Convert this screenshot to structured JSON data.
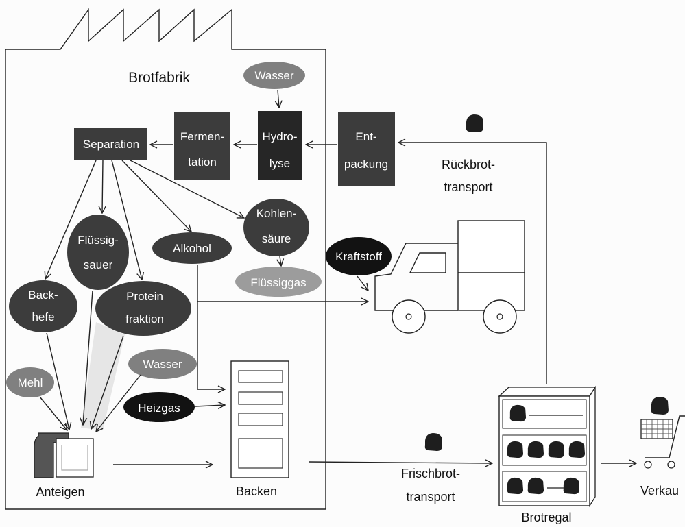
{
  "factory": {
    "label": "Brotfabrik"
  },
  "nodes": {
    "wasser_top": {
      "lines": [
        "Wasser"
      ]
    },
    "hydrolyse": {
      "lines": [
        "Hydro-",
        "lyse"
      ]
    },
    "fermentation": {
      "lines": [
        "Fermen-",
        "tation"
      ]
    },
    "separation": {
      "lines": [
        "Separation"
      ]
    },
    "entpackung": {
      "lines": [
        "Ent-",
        "packung"
      ]
    },
    "backhefe": {
      "lines": [
        "Back-",
        "hefe"
      ]
    },
    "fluessigsauer": {
      "lines": [
        "Flüssig-",
        "sauer"
      ]
    },
    "proteinfraktion": {
      "lines": [
        "Protein",
        "fraktion"
      ]
    },
    "alkohol": {
      "lines": [
        "Alkohol"
      ]
    },
    "kohlensaeure": {
      "lines": [
        "Kohlen-",
        "säure"
      ]
    },
    "fluessiggas": {
      "lines": [
        "Flüssiggas"
      ]
    },
    "kraftstoff": {
      "lines": [
        "Kraftstoff"
      ]
    },
    "wasser_bottom": {
      "lines": [
        "Wasser"
      ]
    },
    "mehl": {
      "lines": [
        "Mehl"
      ]
    },
    "heizgas": {
      "lines": [
        "Heizgas"
      ]
    }
  },
  "labels": {
    "rueckbrot": [
      "Rückbrot-",
      "transport"
    ],
    "frischbrot": [
      "Frischbrot-",
      "transport"
    ],
    "anteigen": "Anteigen",
    "backen": "Backen",
    "brotregal": "Brotregal",
    "verkauf": "Verkau"
  },
  "colors": {
    "dark_node": "#3c3c3c",
    "darker_node": "#262626",
    "black_node": "#121212",
    "gray_node": "#808080",
    "light_node": "#9c9c9c",
    "bread": "#1e1e1e"
  }
}
